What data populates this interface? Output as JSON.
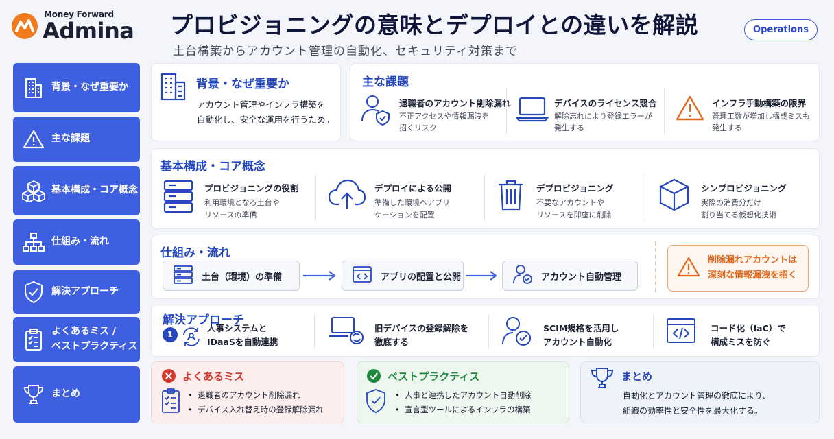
{
  "brand": {
    "small": "Money Forward",
    "big": "Admina"
  },
  "header": {
    "title": "プロビジョニングの意味とデプロイとの違いを解説",
    "subtitle": "土台構築からアカウント管理の自動化、セキュリティ対策まで",
    "ops_button": "Operations"
  },
  "sidebar": {
    "items": [
      {
        "label": "背景・なぜ重要か",
        "icon": "building-icon"
      },
      {
        "label": "主な課題",
        "icon": "warning-icon"
      },
      {
        "label": "基本構成・コア概念",
        "icon": "cubes-icon"
      },
      {
        "label": "仕組み・流れ",
        "icon": "hierarchy-icon"
      },
      {
        "label": "解決アプローチ",
        "icon": "shield-check-icon"
      },
      {
        "label": "よくあるミス /",
        "label2": "ベストプラクティス",
        "icon": "checklist-icon"
      },
      {
        "label": "まとめ",
        "icon": "trophy-icon"
      }
    ]
  },
  "background": {
    "title": "背景・なぜ重要か",
    "line1": "アカウント管理やインフラ構築を",
    "line2": "自動化し、安全な運用を行うため。"
  },
  "issues": {
    "title": "主な課題",
    "items": [
      {
        "title": "退職者のアカウント削除漏れ",
        "desc1": "不正アクセスや情報漏洩を",
        "desc2": "招くリスク"
      },
      {
        "title": "デバイスのライセンス競合",
        "desc1": "解除忘れにより登録エラーが",
        "desc2": "発生する"
      },
      {
        "title": "インフラ手動構築の限界",
        "desc1": "管理工数が増加し構成ミスも",
        "desc2": "発生する"
      }
    ]
  },
  "concepts": {
    "title": "基本構成・コア概念",
    "items": [
      {
        "title": "プロビジョニングの役割",
        "desc1": "利用環境となる土台や",
        "desc2": "リソースの準備"
      },
      {
        "title": "デプロイによる公開",
        "desc1": "準備した環境へアプリ",
        "desc2": "ケーションを配置"
      },
      {
        "title": "デプロビジョニング",
        "desc1": "不要なアカウントや",
        "desc2": "リソースを即座に削除"
      },
      {
        "title": "シンプロビジョニング",
        "desc1": "実際の消費分だけ",
        "desc2": "割り当てる仮想化技術"
      }
    ]
  },
  "flow": {
    "title": "仕組み・流れ",
    "steps": [
      "土台（環境）の準備",
      "アプリの配置と公開",
      "アカウント自動管理"
    ],
    "alert1": "削除漏れアカウントは",
    "alert2": "深刻な情報漏洩を招く"
  },
  "solution": {
    "title": "解決アプローチ",
    "badge": "1",
    "items": [
      {
        "line1": "人事システムと",
        "line2": "IDaaSを自動連携"
      },
      {
        "line1": "旧デバイスの登録解除を",
        "line2": "徹底する"
      },
      {
        "line1": "SCIM規格を活用し",
        "line2": "アカウント自動化"
      },
      {
        "line1": "コード化（IaC）で",
        "line2": "構成ミスを防ぐ"
      }
    ]
  },
  "mistakes": {
    "title": "よくあるミス",
    "bullets": [
      "退職者のアカウント削除漏れ",
      "デバイス入れ替え時の登録解除漏れ"
    ]
  },
  "best": {
    "title": "ベストプラクティス",
    "bullets": [
      "人事と連携したアカウント自動削除",
      "宣言型ツールによるインフラの構築"
    ]
  },
  "summary": {
    "title": "まとめ",
    "line1": "自動化とアカウント管理の徹底により、",
    "line2": "組織の効率性と安全性を最大化する。"
  },
  "colors": {
    "accent": "#3d5fe0",
    "heading": "#2447c0",
    "warn": "#e2691c",
    "error": "#d33a2c",
    "success": "#1f8a3e"
  }
}
